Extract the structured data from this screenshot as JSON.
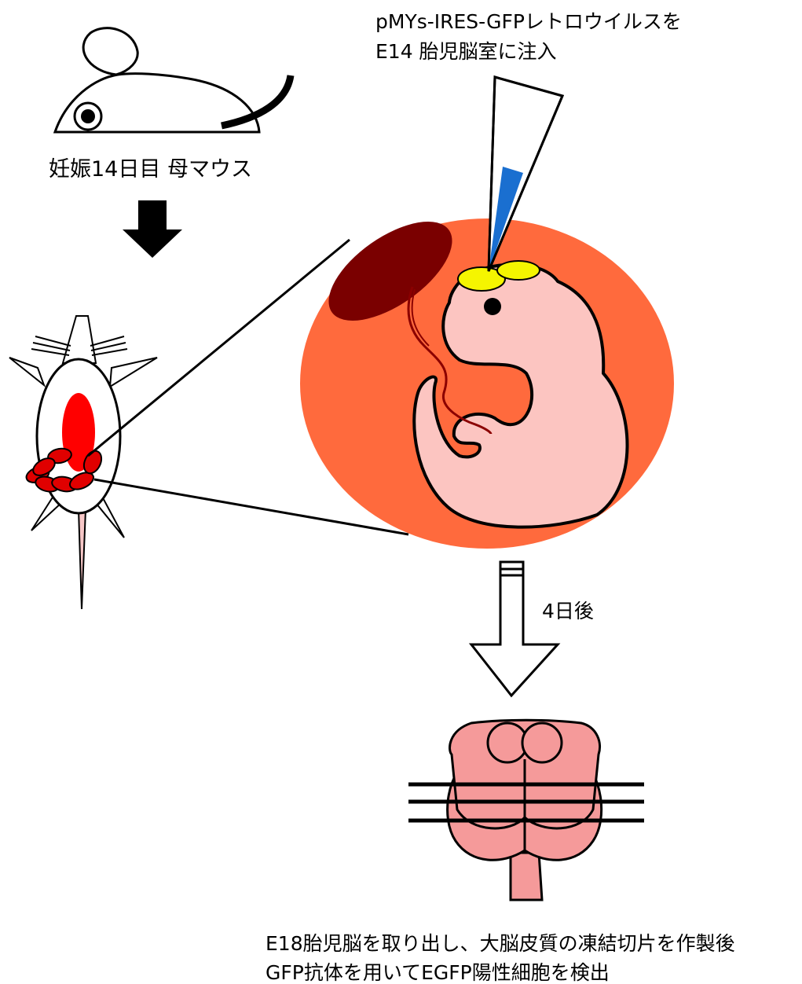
{
  "labels": {
    "mother": "妊娠14日目  母マウス",
    "injection_line1": "pMYs-IRES-GFPレトロウイルスを",
    "injection_line2": "E14 胎児脳室に注入",
    "days_after": "4日後",
    "result_line1": "E18胎児脳を取り出し、大脳皮質の凍結切片を作製後",
    "result_line2": "GFP抗体を用いてEGFP陽性細胞を検出"
  },
  "colors": {
    "uterus_bg": "#ff6a3d",
    "placenta": "#7a0000",
    "embryo": "#fcc5c1",
    "brain_injection_site": "#f5f500",
    "virus_liquid": "#1a6fd0",
    "embryos_in_mother": "#e00000",
    "mother_organ": "#ff0000",
    "brain_pink": "#f59a9a",
    "tail_pink": "#f7c7c7"
  },
  "icons": {
    "mouse": "pregnant-mouse-side-icon",
    "arrow1": "down-arrow-filled-icon",
    "mouse_top": "mouse-top-view-icon",
    "uterus": "embryo-in-uterus-icon",
    "pipette": "injection-pipette-icon",
    "arrow2": "down-arrow-outline-icon",
    "brain": "sliced-brain-icon"
  }
}
